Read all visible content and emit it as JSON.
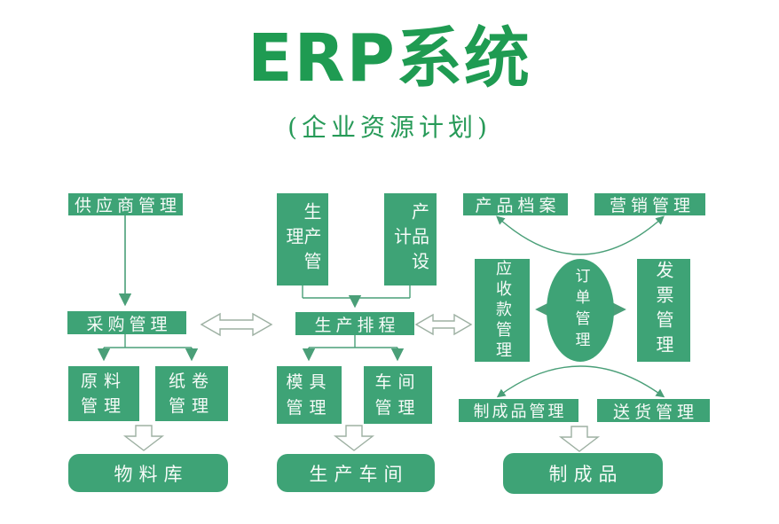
{
  "title": "ERP系统",
  "subtitle": "(企业资源计划)",
  "colors": {
    "box_green": "#3ea376",
    "title_green": "#1f9b52",
    "subtitle_green": "#279a58",
    "connector_green": "#4a9f78",
    "hollow_arrow_outline": "#9db0a2",
    "box_text": "#f7fbf8",
    "background": "#ffffff"
  },
  "supply_chain": {
    "supplier": "供应商管理",
    "purchasing": "采购管理",
    "raw_material": "原料管理",
    "paper_roll": "纸卷管理",
    "material_warehouse": "物料库"
  },
  "production": {
    "production_mgmt": "生产管理",
    "product_design": "产品设计",
    "scheduling": "生产排程",
    "mold_mgmt": "模具管理",
    "workshop_mgmt": "车间管理",
    "production_workshop": "生产车间"
  },
  "sales": {
    "product_archive": "产品档案",
    "marketing": "营销管理",
    "receivables": "应收款管理",
    "order_mgmt": "订单管理",
    "invoice": "发票管理",
    "finished_goods_mgmt": "制成品管理",
    "delivery": "送货管理",
    "finished_goods": "制成品"
  }
}
